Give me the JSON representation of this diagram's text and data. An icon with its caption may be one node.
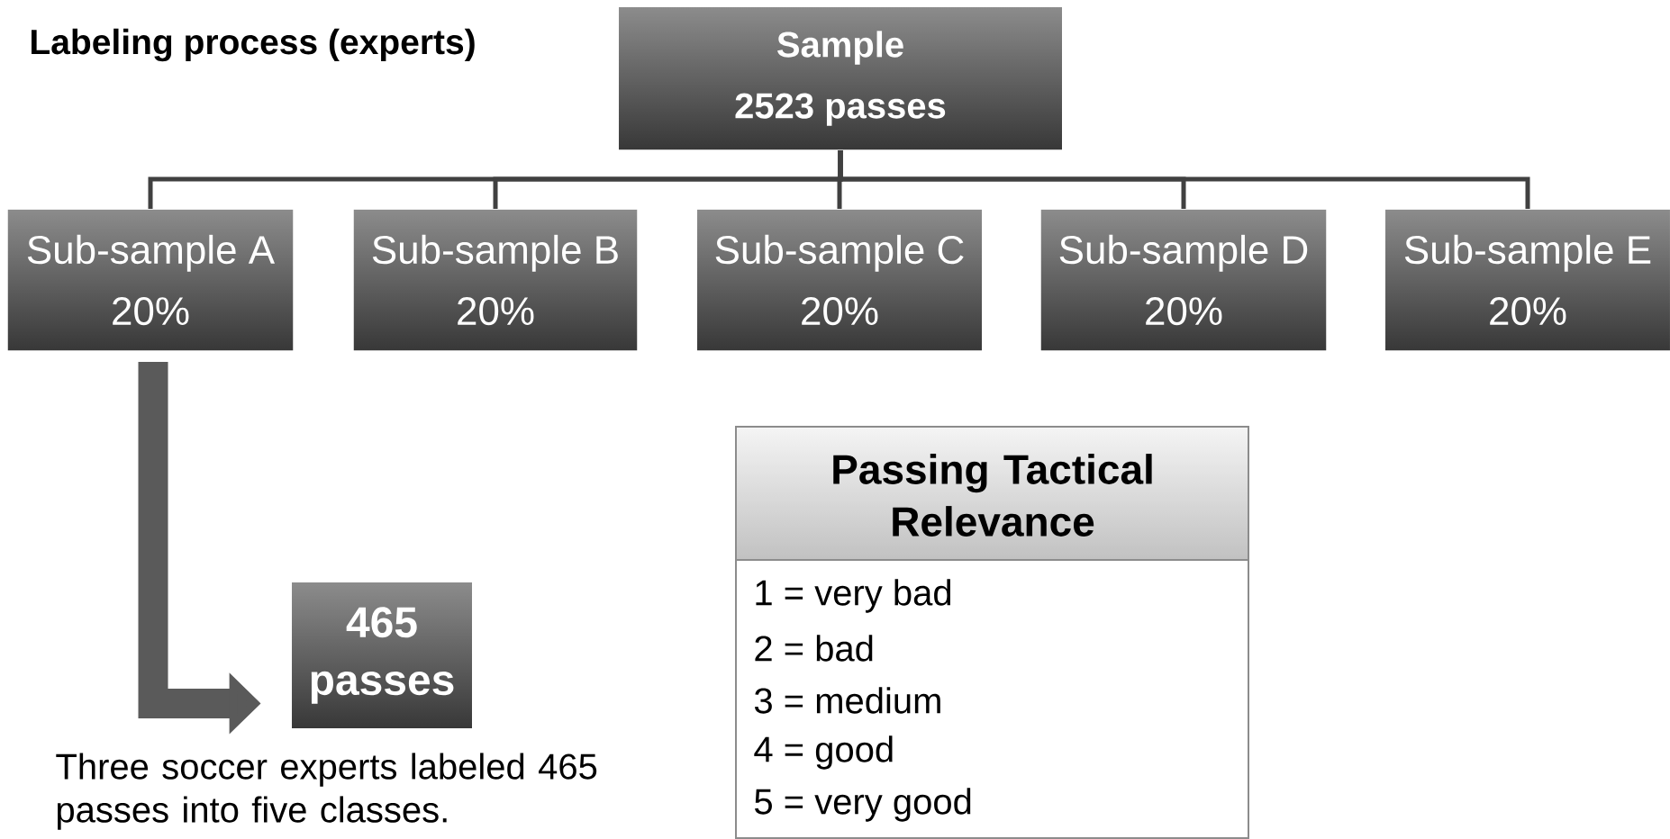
{
  "diagram": {
    "title": "Labeling process (experts)",
    "nodes": [
      {
        "text": [
          "Sample",
          "2523 passes"
        ]
      },
      {
        "text": [
          "Sub-sample A",
          "20%"
        ]
      },
      {
        "text": [
          "Sub-sample B",
          "20%"
        ]
      },
      {
        "text": [
          "Sub-sample C",
          "20%"
        ]
      },
      {
        "text": [
          "Sub-sample D",
          "20%"
        ]
      },
      {
        "text": [
          "Sub-sample E",
          "20%"
        ]
      },
      {
        "text": [
          "465 passes"
        ]
      },
      {
        "text": [
          "Passing Tactical Relevance",
          "1 = very bad",
          "2 = bad",
          "3 = medium",
          "4 = good",
          "5 = very good"
        ]
      }
    ],
    "edges": [
      {
        "from": 0,
        "to": 1,
        "arrow": "none"
      },
      {
        "from": 0,
        "to": 2,
        "arrow": "none"
      },
      {
        "from": 0,
        "to": 3,
        "arrow": "none"
      },
      {
        "from": 0,
        "to": 4,
        "arrow": "none"
      },
      {
        "from": 0,
        "to": 5,
        "arrow": "none"
      },
      {
        "from": 1,
        "to": 6,
        "arrow": "to",
        "style": "thick"
      }
    ],
    "labels": [
      "Three soccer experts labeled 465 passes into five classes."
    ]
  }
}
